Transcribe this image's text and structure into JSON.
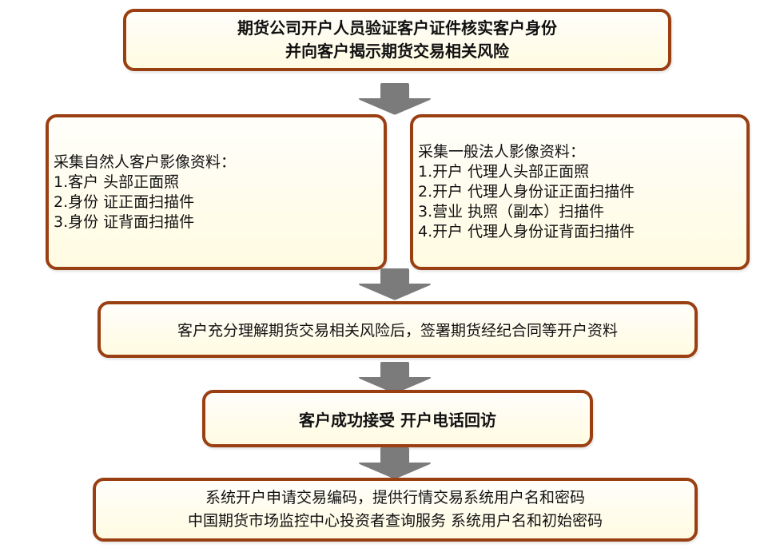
{
  "diagram": {
    "type": "flowchart",
    "direction": "top-to-bottom",
    "colors": {
      "box_border": "#9a3f12",
      "box_fill_top": "#fffefa",
      "box_fill_bottom": "#fffbe2",
      "arrow": "#7b7b7b",
      "text": "#111111"
    },
    "steps": {
      "verify": {
        "lines": [
          "期货公司开户人员验证客户证件核实客户身份",
          "并向客户揭示期货交易相关风险"
        ]
      },
      "natural_person": {
        "title": "采集自然人客户影像资料：",
        "items": [
          "1.客户 头部正面照",
          "2.身份 证正面扫描件",
          "3.身份 证背面扫描件"
        ]
      },
      "legal_person": {
        "title": "采集一般法人影像资料：",
        "items": [
          "1.开户 代理人头部正面照",
          "2.开户 代理人身份证正面扫描件",
          "3.营业 执照（副本）扫描件",
          "4.开户 代理人身份证背面扫描件"
        ]
      },
      "sign": {
        "text": "客户充分理解期货交易相关风险后，签署期货经纪合同等开户资料"
      },
      "callback": {
        "text": "客户成功接受 开户电话回访"
      },
      "system": {
        "lines": [
          "系统开户申请交易编码，提供行情交易系统用户名和密码",
          "中国期货市场监控中心投资者查询服务 系统用户名和初始密码"
        ]
      }
    },
    "arrows": [
      {
        "from": "verify",
        "to": [
          "natural_person",
          "legal_person"
        ],
        "icon": "down-arrow-icon"
      },
      {
        "from": [
          "natural_person",
          "legal_person"
        ],
        "to": "sign",
        "icon": "down-arrow-icon"
      },
      {
        "from": "sign",
        "to": "callback",
        "icon": "down-arrow-icon"
      },
      {
        "from": "callback",
        "to": "system",
        "icon": "down-arrow-icon"
      }
    ]
  }
}
